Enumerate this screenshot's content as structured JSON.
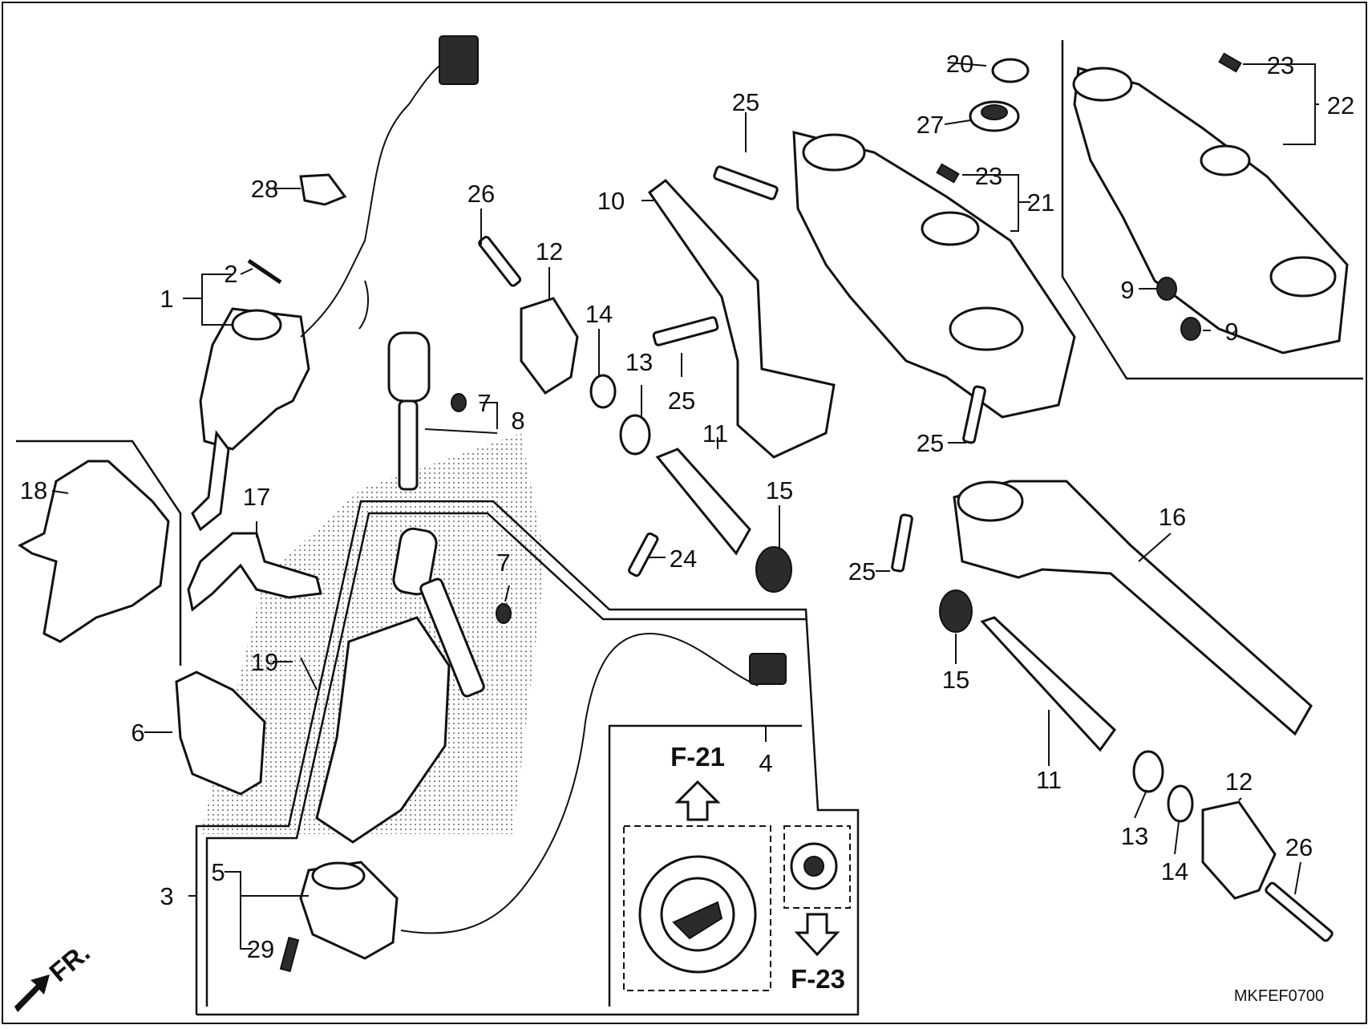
{
  "callouts": [
    {
      "id": "c1",
      "text": "1"
    },
    {
      "id": "c2",
      "text": "2"
    },
    {
      "id": "c3",
      "text": "3"
    },
    {
      "id": "c4",
      "text": "4"
    },
    {
      "id": "c5",
      "text": "5"
    },
    {
      "id": "c6",
      "text": "6"
    },
    {
      "id": "c7a",
      "text": "7"
    },
    {
      "id": "c7b",
      "text": "7"
    },
    {
      "id": "c8",
      "text": "8"
    },
    {
      "id": "c9a",
      "text": "9"
    },
    {
      "id": "c9b",
      "text": "9"
    },
    {
      "id": "c10",
      "text": "10"
    },
    {
      "id": "c11a",
      "text": "11"
    },
    {
      "id": "c11b",
      "text": "11"
    },
    {
      "id": "c12a",
      "text": "12"
    },
    {
      "id": "c12b",
      "text": "12"
    },
    {
      "id": "c13a",
      "text": "13"
    },
    {
      "id": "c13b",
      "text": "13"
    },
    {
      "id": "c14a",
      "text": "14"
    },
    {
      "id": "c14b",
      "text": "14"
    },
    {
      "id": "c15a",
      "text": "15"
    },
    {
      "id": "c15b",
      "text": "15"
    },
    {
      "id": "c16",
      "text": "16"
    },
    {
      "id": "c17",
      "text": "17"
    },
    {
      "id": "c18",
      "text": "18"
    },
    {
      "id": "c19",
      "text": "19"
    },
    {
      "id": "c20",
      "text": "20"
    },
    {
      "id": "c21",
      "text": "21"
    },
    {
      "id": "c22",
      "text": "22"
    },
    {
      "id": "c23a",
      "text": "23"
    },
    {
      "id": "c23b",
      "text": "23"
    },
    {
      "id": "c24",
      "text": "24"
    },
    {
      "id": "c25a",
      "text": "25"
    },
    {
      "id": "c25b",
      "text": "25"
    },
    {
      "id": "c25c",
      "text": "25"
    },
    {
      "id": "c25d",
      "text": "25"
    },
    {
      "id": "c26a",
      "text": "26"
    },
    {
      "id": "c26b",
      "text": "26"
    },
    {
      "id": "c27",
      "text": "27"
    },
    {
      "id": "c28",
      "text": "28"
    },
    {
      "id": "c29",
      "text": "29"
    }
  ],
  "references": {
    "f21": "F-21",
    "f23": "F-23"
  },
  "front_indicator": "FR.",
  "diagram_code": "MKFEF0700"
}
